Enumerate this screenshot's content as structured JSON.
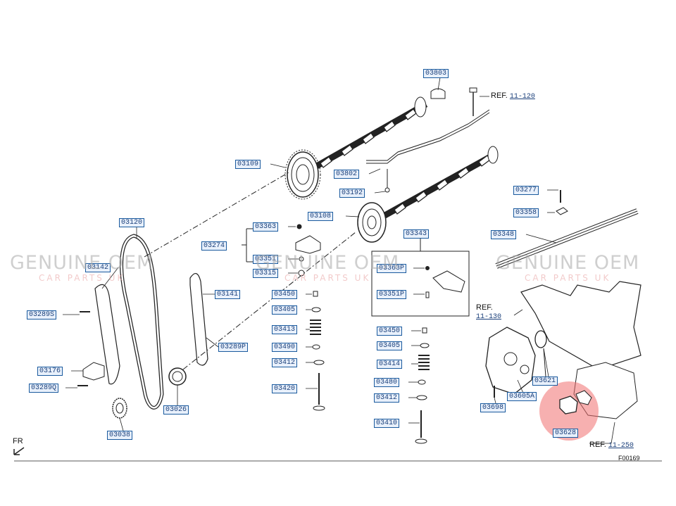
{
  "parts": {
    "p03803": "03803",
    "p03109": "03109",
    "p03802": "03802",
    "p03192": "03192",
    "p03108": "03108",
    "p03277": "03277",
    "p03358": "03358",
    "p03348": "03348",
    "p03120": "03120",
    "p03142": "03142",
    "p03363": "03363",
    "p03274": "03274",
    "p03351": "03351",
    "p03315": "03315",
    "p03343": "03343",
    "p03363p": "03363P",
    "p03351p": "03351P",
    "p03289s": "03289S",
    "p03141": "03141",
    "p03450": "03450",
    "p03405": "03405",
    "p03413": "03413",
    "p03490": "03490",
    "p03412": "03412",
    "p03420": "03420",
    "p03289p": "03289P",
    "p03450b": "03450",
    "p03405b": "03405",
    "p03414": "03414",
    "p03480": "03480",
    "p03412b": "03412",
    "p03410": "03410",
    "p03176": "03176",
    "p03289q": "03289Q",
    "p03026": "03026",
    "p03038": "03038",
    "p03621": "03621",
    "p03605a": "03605A",
    "p03698": "03698",
    "p03628": "03628"
  },
  "refs": {
    "r1_label": "REF.",
    "r1_num": "11-120",
    "r2_label": "REF.",
    "r2_num": "11-130",
    "r3_label": "REF.",
    "r3_num": "11-250"
  },
  "watermark": {
    "line1": "GENUINE OEM",
    "line2": "CAR PARTS UK"
  },
  "direction_label": "FR",
  "figure_code": "F00169",
  "colors": {
    "label_border": "#1a5a9e",
    "highlight": "#f07070"
  }
}
